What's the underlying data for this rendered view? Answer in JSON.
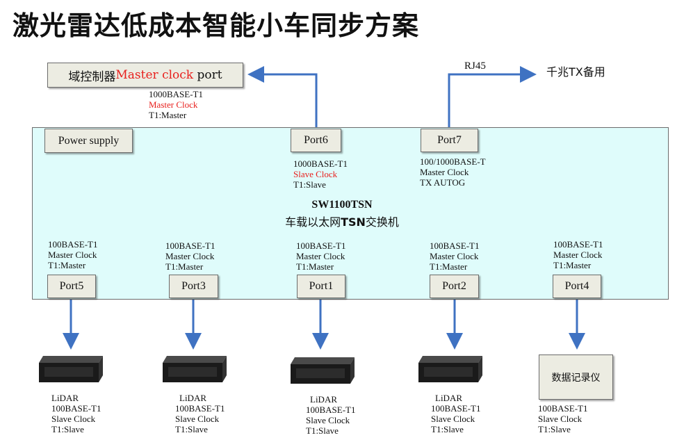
{
  "title": "激光雷达低成本智能小车同步方案",
  "domain_controller": {
    "prefix": "域控制器 ",
    "highlight": "Master clock",
    "suffix": " port",
    "lines": [
      "1000BASE-T1",
      "Master Clock",
      "T1:Master"
    ]
  },
  "rj45": {
    "label": "RJ45",
    "target": "千兆TX备用"
  },
  "power_supply": "Power supply",
  "switch": {
    "name": "SW1100TSN",
    "desc_prefix": "车载以太网",
    "desc_bold": "TSN",
    "desc_suffix": "交换机"
  },
  "port6": {
    "label": "Port6",
    "lines": [
      "1000BASE-T1",
      "Slave Clock",
      "T1:Slave"
    ]
  },
  "port7": {
    "label": "Port7",
    "lines": [
      "100/1000BASE-T",
      "Master Clock",
      "TX AUTOG"
    ]
  },
  "ports": [
    {
      "label": "Port5",
      "lines": [
        "100BASE-T1",
        "Master Clock",
        "T1:Master"
      ],
      "device": "LiDAR",
      "dev_lines": [
        "100BASE-T1",
        "Slave Clock",
        "T1:Slave"
      ]
    },
    {
      "label": "Port3",
      "lines": [
        "100BASE-T1",
        "Master Clock",
        "T1:Master"
      ],
      "device": "LiDAR",
      "dev_lines": [
        "100BASE-T1",
        "Slave Clock",
        "T1:Slave"
      ]
    },
    {
      "label": "Port1",
      "lines": [
        "100BASE-T1",
        "Master Clock",
        "T1:Master"
      ],
      "device": "LiDAR",
      "dev_lines": [
        "100BASE-T1",
        "Slave Clock",
        "T1:Slave"
      ]
    },
    {
      "label": "Port2",
      "lines": [
        "100BASE-T1",
        "Master Clock",
        "T1:Master"
      ],
      "device": "LiDAR",
      "dev_lines": [
        "100BASE-T1",
        "Slave Clock",
        "T1:Slave"
      ]
    },
    {
      "label": "Port4",
      "lines": [
        "100BASE-T1",
        "Master Clock",
        "T1:Master"
      ],
      "device": "数据记录仪",
      "dev_lines": [
        "100BASE-T1",
        "Slave Clock",
        "T1:Slave"
      ]
    }
  ],
  "colors": {
    "arrow": "#3f72c2",
    "switch_fill": "#dffcfb",
    "box_fill": "#ecece2",
    "highlight": "#e8201d"
  }
}
